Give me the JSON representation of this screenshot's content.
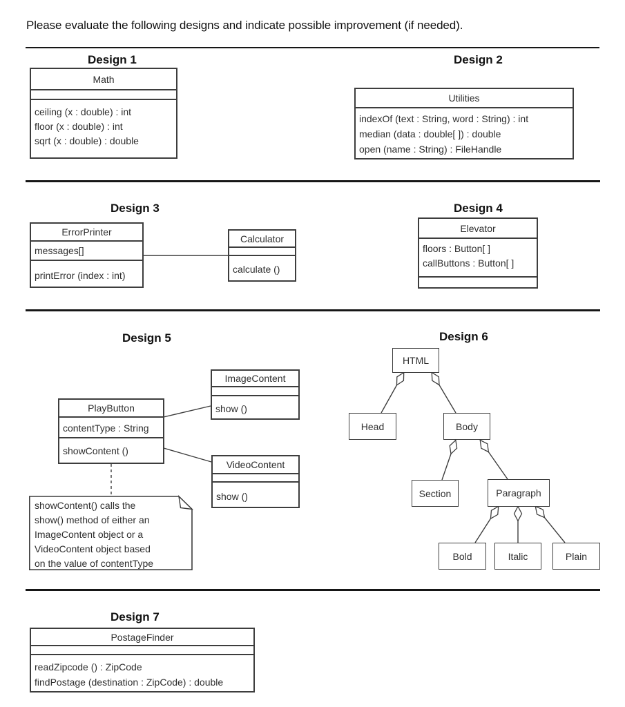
{
  "intro_text": "Please evaluate the following designs and indicate possible improvement (if needed).",
  "colors": {
    "ink": "#111111",
    "box_border": "#3d3d3d",
    "box_text": "#2e2e2e",
    "background": "#ffffff"
  },
  "d1": {
    "label": "Design 1",
    "cls": {
      "title": "Math",
      "methods": [
        "ceiling (x : double) : int",
        "floor (x : double) : int",
        "sqrt (x : double) : double"
      ]
    }
  },
  "d2": {
    "label": "Design 2",
    "cls": {
      "title": "Utilities",
      "methods": [
        "indexOf (text : String, word : String) : int",
        "median (data : double[ ]) : double",
        "open (name : String) : FileHandle"
      ]
    }
  },
  "d3": {
    "label": "Design 3",
    "error_printer": {
      "title": "ErrorPrinter",
      "attribute": "messages[]",
      "method": "printError (index : int)"
    },
    "calculator": {
      "title": "Calculator",
      "method": "calculate ()"
    }
  },
  "d4": {
    "label": "Design 4",
    "cls": {
      "title": "Elevator",
      "attributes": [
        "floors : Button[ ]",
        "callButtons : Button[ ]"
      ]
    }
  },
  "d5": {
    "label": "Design 5",
    "play_button": {
      "title": "PlayButton",
      "attribute": "contentType : String",
      "method": "showContent ()"
    },
    "image_content": {
      "title": "ImageContent",
      "method": "show ()"
    },
    "video_content": {
      "title": "VideoContent",
      "method": "show ()"
    },
    "note_lines": [
      "showContent() calls the",
      "show() method of either an",
      "ImageContent object or a",
      "VideoContent object based",
      "on the value of contentType"
    ]
  },
  "d6": {
    "label": "Design 6",
    "nodes": [
      "HTML",
      "Head",
      "Body",
      "Section",
      "Paragraph",
      "Bold",
      "Italic",
      "Plain"
    ]
  },
  "d7": {
    "label": "Design 7",
    "cls": {
      "title": "PostageFinder",
      "methods": [
        "readZipcode () : ZipCode",
        "findPostage (destination : ZipCode) : double"
      ]
    }
  }
}
